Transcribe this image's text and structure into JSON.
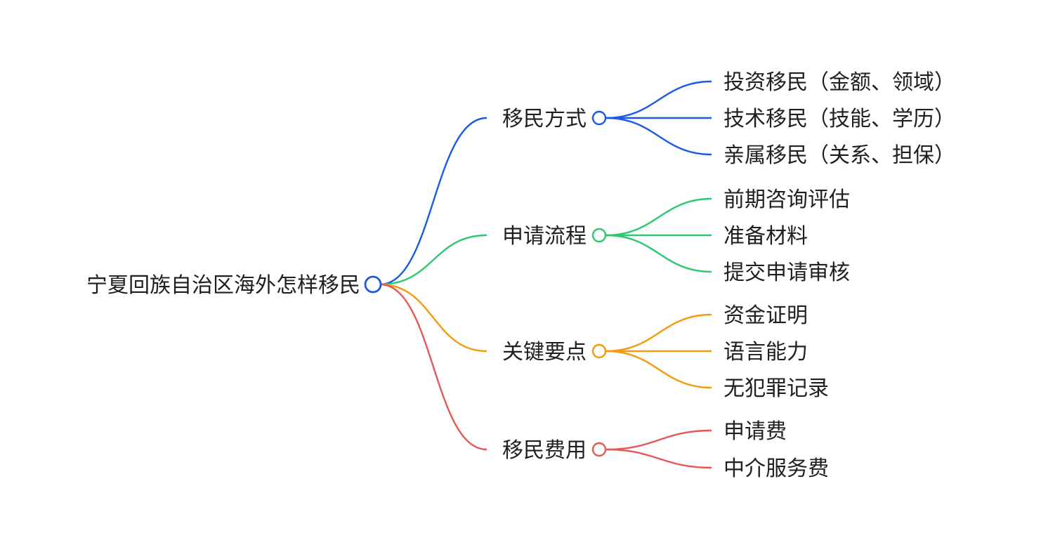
{
  "root": {
    "label": "宁夏回族自治区海外怎样移民",
    "color": "#1a5ae6"
  },
  "branches": [
    {
      "label": "移民方式",
      "color": "#1a5ae6",
      "children": [
        "投资移民（金额、领域）",
        "技术移民（技能、学历）",
        "亲属移民（关系、担保）"
      ]
    },
    {
      "label": "申请流程",
      "color": "#2ec86e",
      "children": [
        "前期咨询评估",
        "准备材料",
        "提交申请审核"
      ]
    },
    {
      "label": "关键要点",
      "color": "#f59a0f",
      "children": [
        "资金证明",
        "语言能力",
        "无犯罪记录"
      ]
    },
    {
      "label": "移民费用",
      "color": "#e85656",
      "children": [
        "申请费",
        "中介服务费"
      ]
    }
  ]
}
